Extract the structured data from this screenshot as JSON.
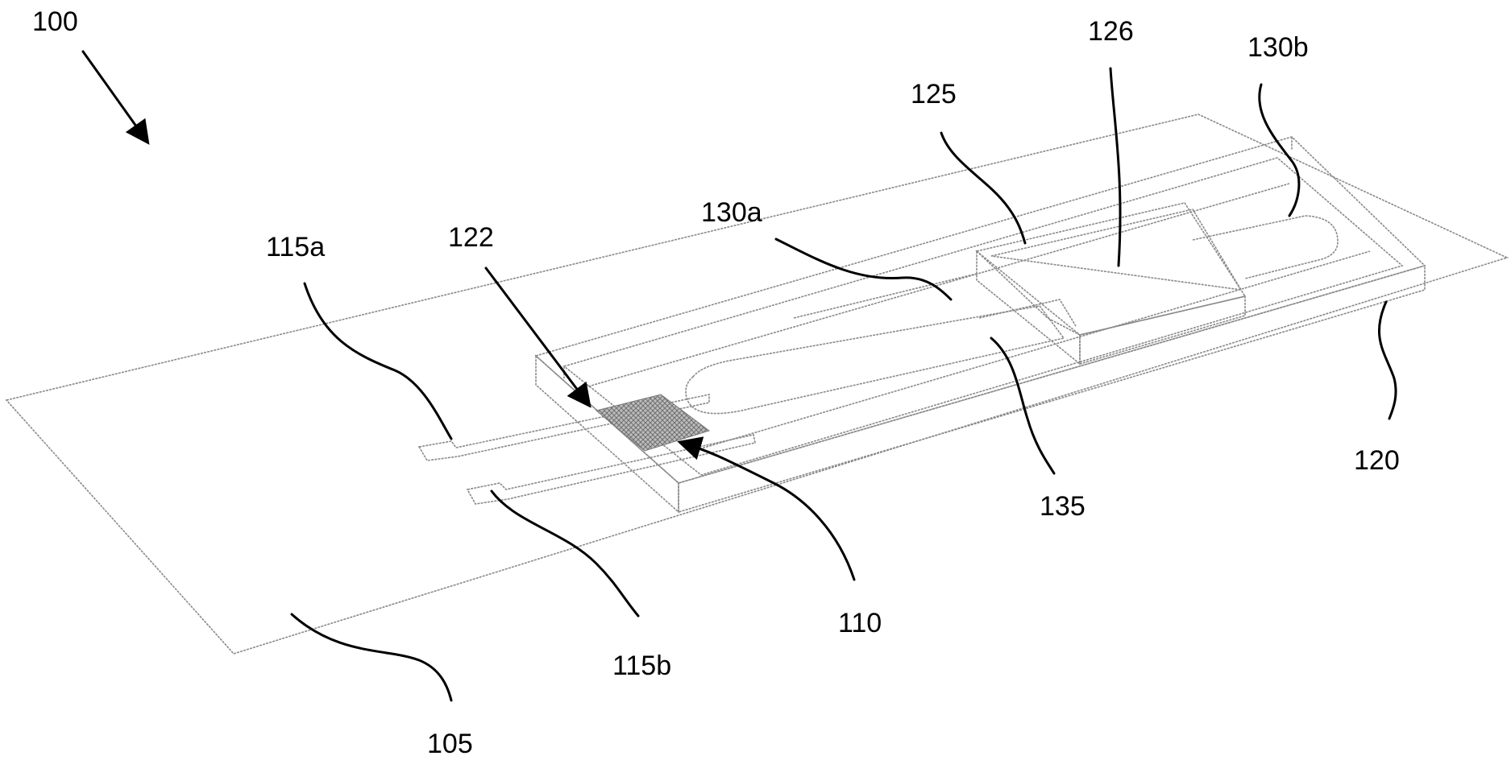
{
  "figure": {
    "labels": {
      "ref_100": "100",
      "ref_105": "105",
      "ref_110": "110",
      "ref_115a": "115a",
      "ref_115b": "115b",
      "ref_120": "120",
      "ref_122": "122",
      "ref_125": "125",
      "ref_126": "126",
      "ref_130a": "130a",
      "ref_130b": "130b",
      "ref_135": "135"
    }
  }
}
